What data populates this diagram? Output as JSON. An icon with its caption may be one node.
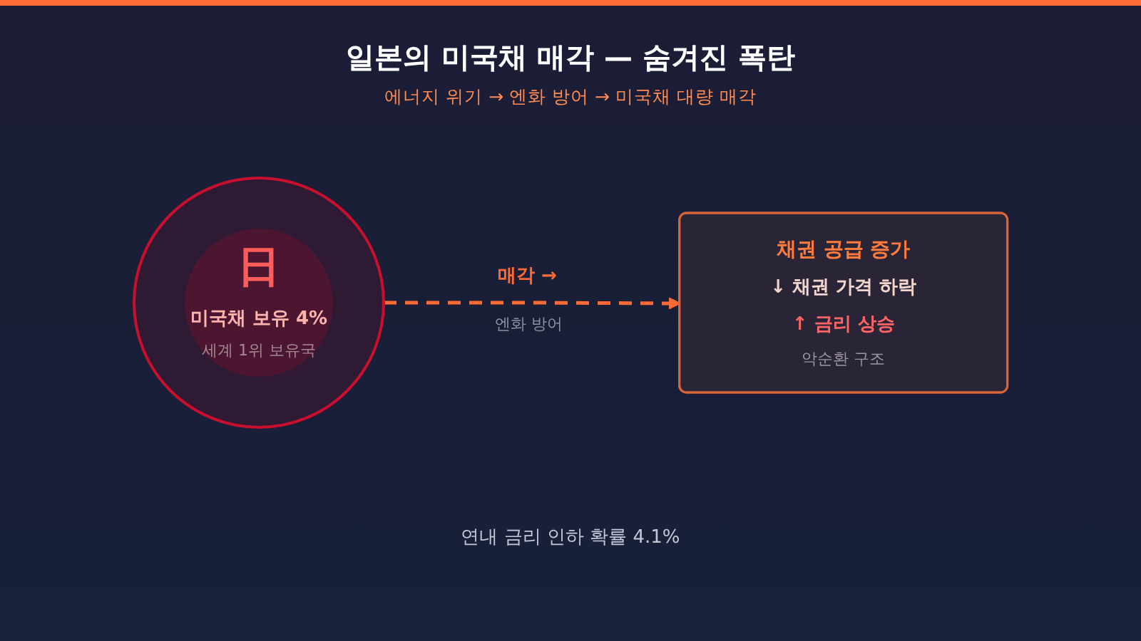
{
  "diagram": {
    "title": "일본의 미국채 매각 — 숨겨진 폭탄",
    "caption": "연내 금리 인하 확률 4.1%",
    "nodes": [
      {
        "text": [
          "日",
          "미국채 보유 4%",
          "세계 1위 보유국"
        ]
      },
      {
        "text": [
          "채권 공급 증가",
          "↓ 채권 가격 하락",
          "↑ 금리 상승",
          "악순환 구조"
        ]
      }
    ],
    "edges": [
      {
        "from": 0,
        "to": 1,
        "arrow": "to",
        "label": "매각 →",
        "style": "dashed"
      }
    ],
    "labels": [
      "에너지 위기 → 엔화 방어 → 미국채 대량 매각",
      "엔화 방어"
    ]
  }
}
